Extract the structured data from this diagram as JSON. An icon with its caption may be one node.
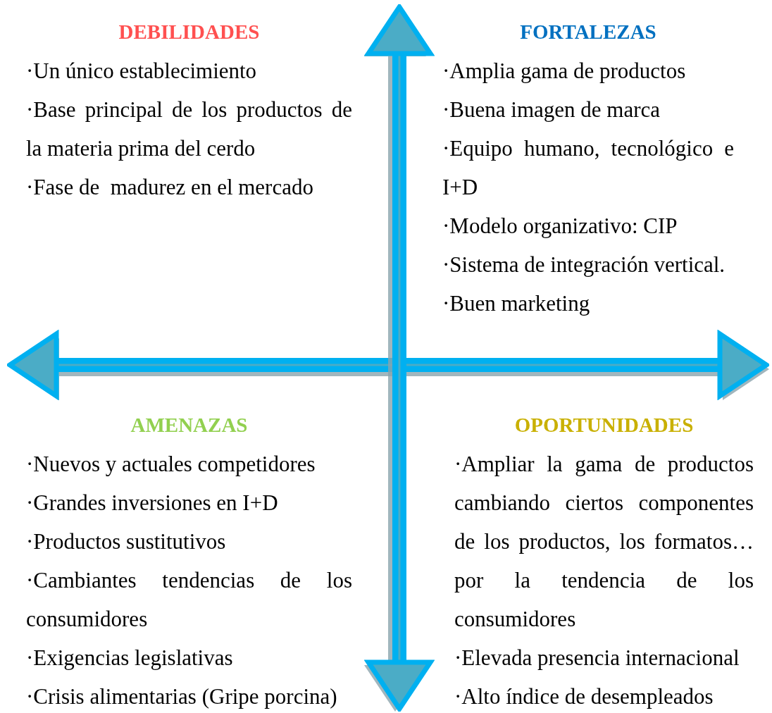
{
  "diagram": {
    "nodes": [
      {
        "text": [
          "DEBILIDADES",
          "·Un único establecimiento",
          "·Base principal de los productos de la materia prima del cerdo",
          "·Fase de  madurez en el mercado"
        ]
      },
      {
        "text": [
          "FORTALEZAS",
          "·Amplia gama de productos",
          "·Buena imagen de marca",
          "·Equipo humano, tecnológico e I+D",
          "·Modelo organizativo: CIP",
          "·Sistema de integración vertical.",
          "·Buen marketing"
        ]
      },
      {
        "text": [
          "AMENAZAS",
          "·Nuevos y actuales competidores",
          "·Grandes inversiones en I+D",
          "·Productos sustitutivos",
          "·Cambiantes tendencias de los consumidores",
          "·Exigencias legislativas",
          "·Crisis alimentarias (Gripe porcina)"
        ]
      },
      {
        "text": [
          "OPORTUNIDADES",
          "·Ampliar la gama de productos cambiando ciertos componentes de los productos, los formatos… por la tendencia de los consumidores",
          "·Elevada presencia internacional",
          "·Alto índice de desempleados"
        ]
      }
    ]
  }
}
